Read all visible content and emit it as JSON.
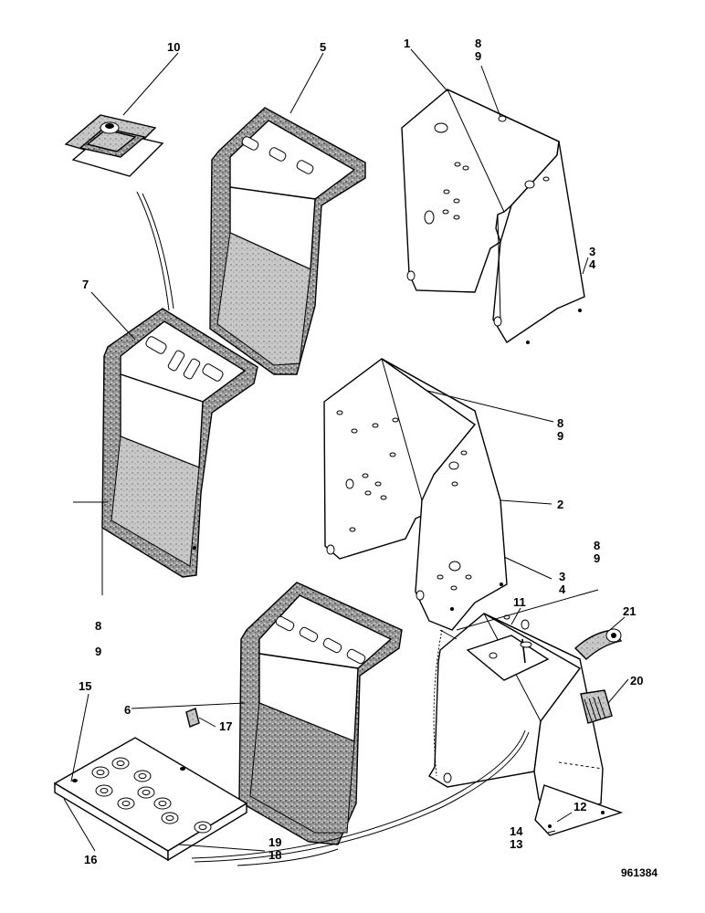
{
  "diagram": {
    "reference_number": "961384",
    "callouts": {
      "c1": "1",
      "c2": "2",
      "c3a": "3",
      "c4a": "4",
      "c3b": "3",
      "c4b": "4",
      "c5": "5",
      "c6": "6",
      "c7": "7",
      "c8a": "8",
      "c9a": "9",
      "c8b": "8",
      "c9b": "9",
      "c8c": "8",
      "c9c": "9",
      "c8d": "8",
      "c9d": "9",
      "c10": "10",
      "c11": "11",
      "c12": "12",
      "c13": "13",
      "c14": "14",
      "c15": "15",
      "c16": "16",
      "c17": "17",
      "c18": "18",
      "c19": "19",
      "c20": "20",
      "c21": "21"
    },
    "colors": {
      "ink": "#000000",
      "paper": "#ffffff",
      "felt": "#8a8a8a"
    }
  }
}
